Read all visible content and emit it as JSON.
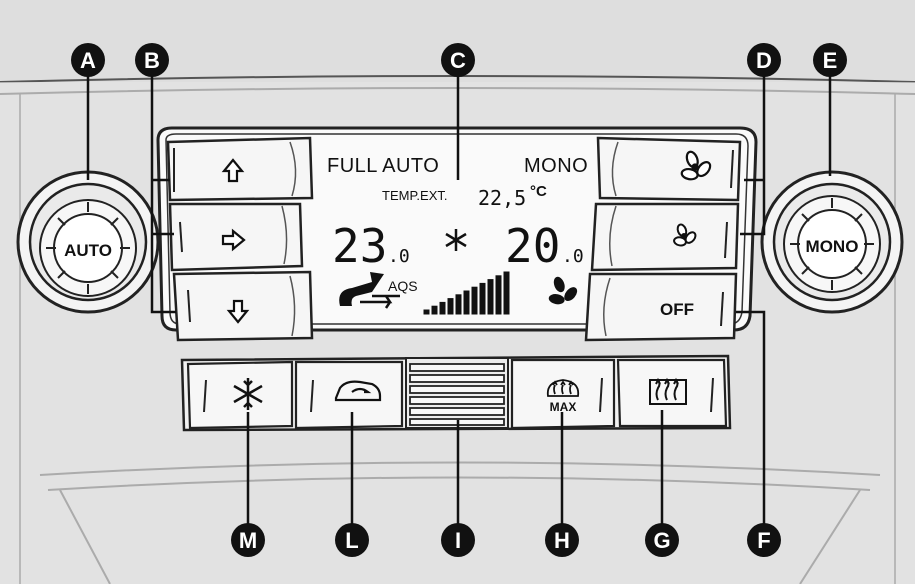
{
  "callouts": {
    "A": "A",
    "B": "B",
    "C": "C",
    "D": "D",
    "E": "E",
    "F": "F",
    "G": "G",
    "H": "H",
    "I": "I",
    "L": "L",
    "M": "M"
  },
  "knobs": {
    "left_label": "AUTO",
    "right_label": "MONO"
  },
  "display": {
    "full_auto": "FULL AUTO",
    "mono": "MONO",
    "temp_ext_label": "TEMP.EXT.",
    "temp_ext_value": "22,5",
    "temp_ext_unit": "°C",
    "left_temp": "23",
    "left_temp_decimal": ".0",
    "right_temp": "20",
    "right_temp_decimal": ".0",
    "aqs": "AQS"
  },
  "right_buttons": {
    "off_label": "OFF"
  },
  "bottom_buttons": {
    "max_label": "MAX"
  },
  "fan_level": {
    "bars_lit": 11,
    "bars_total": 11
  }
}
